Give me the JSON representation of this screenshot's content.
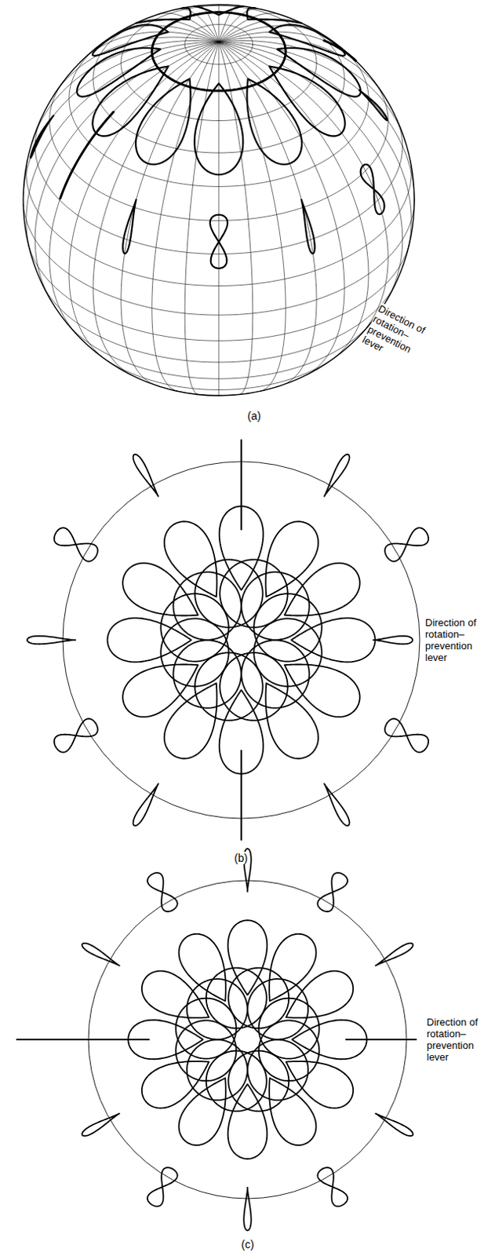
{
  "diagram": {
    "labels": [
      "Direction of rotation–prevention lever",
      "(a)",
      "Direction of rotation–prevention lever",
      "(b)",
      "Direction of rotation–prevention lever",
      "(c)"
    ]
  }
}
